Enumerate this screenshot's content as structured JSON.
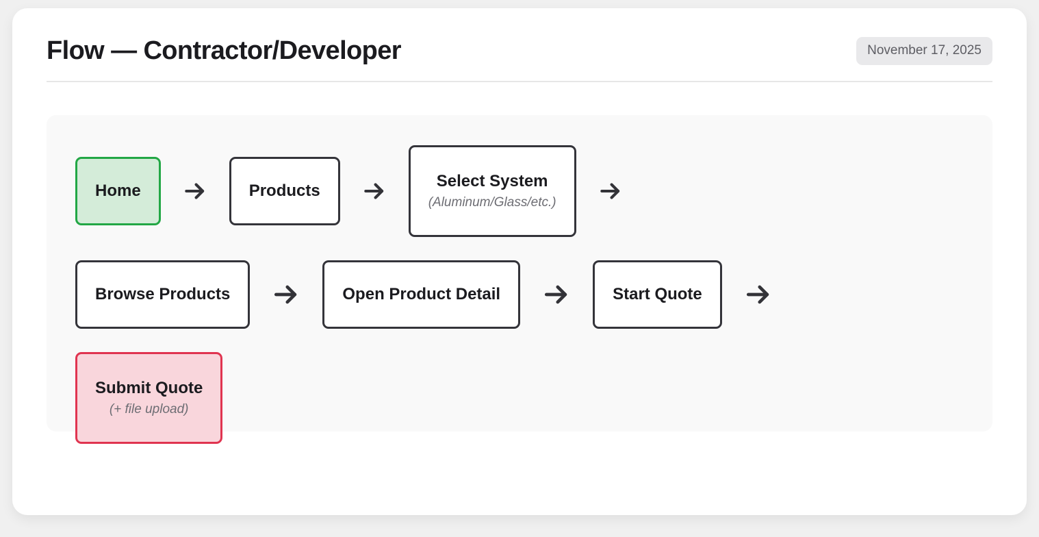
{
  "header": {
    "title": "Flow — Contractor/Developer",
    "date": "November 17, 2025"
  },
  "colors": {
    "start_border": "#22a745",
    "start_fill": "#d4ecd9",
    "end_border": "#e03450",
    "end_fill": "#f9d6dc",
    "node_border": "#34343a",
    "arrow": "#333338",
    "panel_bg": "#f9f9f9",
    "card_bg": "#ffffff",
    "page_bg": "#f0f0f0",
    "badge_bg": "#e9e9eb"
  },
  "flow": {
    "arrow_icon": "arrow-right-icon",
    "rows": [
      {
        "nodes": [
          {
            "label": "Home",
            "sub": "",
            "kind": "start",
            "arrow_after": true
          },
          {
            "label": "Products",
            "sub": "",
            "kind": "normal",
            "arrow_after": true
          },
          {
            "label": "Select System",
            "sub": "(Aluminum/Glass/etc.)",
            "kind": "normal",
            "arrow_after": true
          }
        ]
      },
      {
        "nodes": [
          {
            "label": "Browse Products",
            "sub": "",
            "kind": "normal",
            "arrow_after": true
          },
          {
            "label": "Open Product Detail",
            "sub": "",
            "kind": "normal",
            "arrow_after": true
          },
          {
            "label": "Start Quote",
            "sub": "",
            "kind": "normal",
            "arrow_after": true
          }
        ]
      },
      {
        "nodes": [
          {
            "label": "Submit Quote",
            "sub": "(+ file upload)",
            "kind": "end",
            "arrow_after": false
          }
        ]
      }
    ]
  }
}
